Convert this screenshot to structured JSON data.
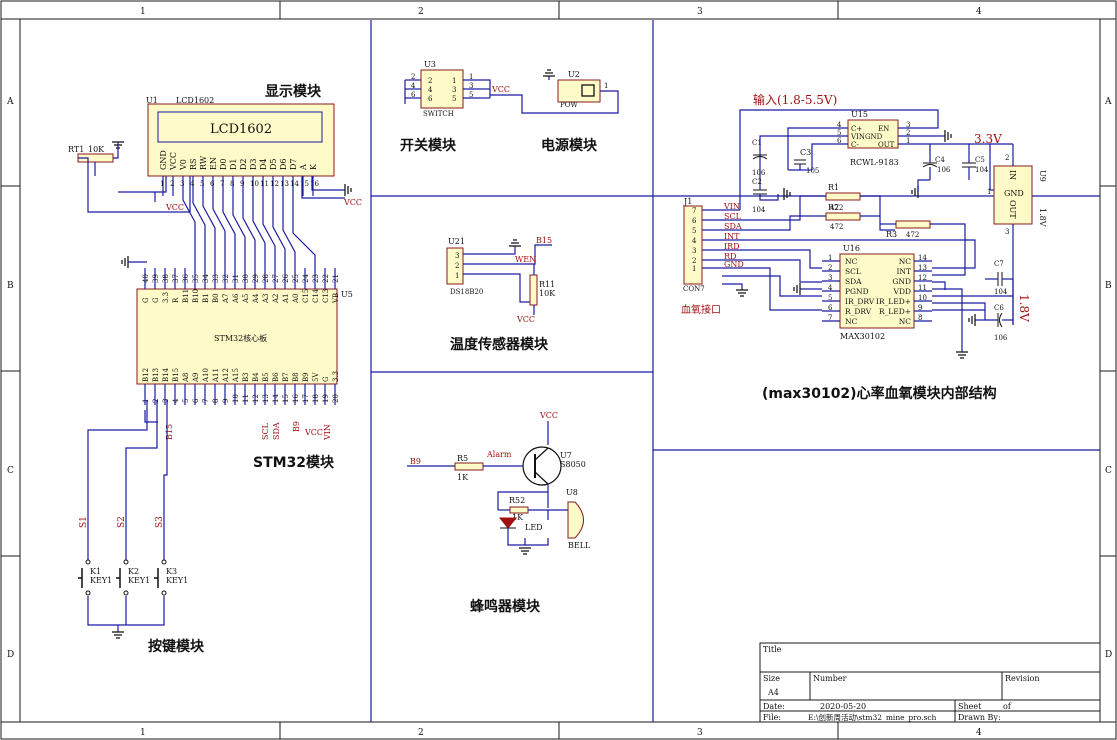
{
  "frame": {
    "cols_top": [
      "1",
      "2",
      "3",
      "4"
    ],
    "cols_bottom": [
      "1",
      "2",
      "3",
      "4"
    ],
    "rows_left": [
      "A",
      "B",
      "C",
      "D"
    ],
    "rows_right": [
      "A",
      "B",
      "C",
      "D"
    ]
  },
  "modules": {
    "display": "显示模块",
    "switch": "开关模块",
    "power": "电源模块",
    "temp": "温度传感器模块",
    "stm32": "STM32模块",
    "buzzer": "蜂鸣器模块",
    "keys": "按键模块",
    "max30102": "(max30102)心率血氧模块内部结构"
  },
  "lcd": {
    "ref": "U1",
    "part": "LCD1602",
    "screen": "LCD1602",
    "pins": [
      "GND",
      "VCC",
      "V0",
      "RS",
      "RW",
      "EN",
      "D0",
      "D1",
      "D2",
      "D3",
      "D4",
      "D5",
      "D6",
      "D7",
      "A",
      "K"
    ],
    "pin_nums": [
      "1",
      "2",
      "3",
      "4",
      "5",
      "6",
      "7",
      "8",
      "9",
      "10",
      "11",
      "12",
      "13",
      "14",
      "15",
      "16"
    ],
    "pot_ref": "RT1",
    "pot_val": "10K",
    "vcc": "VCC",
    "vcc2": "VCC"
  },
  "stm32": {
    "ref": "U5",
    "label": "STM32核心板",
    "top_pins": [
      "G",
      "G",
      "3.3",
      "R",
      "B11",
      "B10",
      "B1",
      "B0",
      "A7",
      "A6",
      "A5",
      "A4",
      "A3",
      "A2",
      "A1",
      "A0",
      "C15",
      "C14",
      "C13",
      "VB"
    ],
    "top_nums": [
      "40",
      "39",
      "38",
      "37",
      "36",
      "35",
      "34",
      "33",
      "32",
      "31",
      "30",
      "29",
      "28",
      "27",
      "26",
      "25",
      "24",
      "23",
      "22",
      "21"
    ],
    "bot_pins": [
      "B12",
      "B13",
      "B14",
      "B15",
      "A8",
      "A9",
      "A10",
      "A11",
      "A12",
      "A15",
      "B3",
      "B4",
      "B5",
      "B6",
      "B7",
      "B8",
      "B9",
      "5V",
      "G",
      "3.3"
    ],
    "bot_nums": [
      "1",
      "2",
      "3",
      "4",
      "5",
      "6",
      "7",
      "8",
      "9",
      "10",
      "11",
      "12",
      "13",
      "14",
      "15",
      "16",
      "17",
      "18",
      "19",
      "20"
    ],
    "net_b15": "B15",
    "net_scl": "SCL",
    "net_sda": "SDA",
    "net_b9": "B9",
    "net_vcc": "VCC",
    "net_vin": "VIN"
  },
  "keys": {
    "nets": [
      "S1",
      "S2",
      "S3"
    ],
    "refs": [
      "K1",
      "K2",
      "K3"
    ],
    "vals": [
      "KEY1",
      "KEY1",
      "KEY1"
    ]
  },
  "switch": {
    "ref": "U3",
    "part": "SWITCH",
    "left_nums": [
      "2",
      "4",
      "6"
    ],
    "mid_left": [
      "2",
      "4",
      "6"
    ],
    "mid_right": [
      "1",
      "3",
      "5"
    ],
    "right_nums": [
      "1",
      "3",
      "5"
    ],
    "vcc": "VCC"
  },
  "power": {
    "ref": "U2",
    "part": "POW",
    "pin": "1"
  },
  "temp": {
    "ref": "U21",
    "part": "DS18B20",
    "pins": [
      "3",
      "2",
      "1"
    ],
    "net_b15": "B15",
    "net_wen": "WEN",
    "pot_ref": "R11",
    "pot_val": "10K",
    "vcc": "VCC"
  },
  "buzzer": {
    "vcc": "VCC",
    "q_ref": "U7",
    "q_part": "S8050",
    "net_b9": "B9",
    "r_ref": "R5",
    "r_val": "1K",
    "alarm": "Alarm",
    "r52": "R52",
    "r52_val": "1K",
    "led": "LED",
    "bell_ref": "U8",
    "bell": "BELL"
  },
  "max": {
    "input": "输入(1.8-5.5V)",
    "u15_ref": "U15",
    "u15_part": "RCWL-9183",
    "u15_left": [
      "C+",
      "VINGND",
      "C-"
    ],
    "u15_right": [
      "EN",
      "",
      "OUT"
    ],
    "u15_lnums": [
      "4",
      "5",
      "6"
    ],
    "u15_rnums": [
      "3",
      "2",
      "1"
    ],
    "c1": "C1",
    "c1v": "106",
    "c2": "C2",
    "c2v": "104",
    "c3": "C3",
    "c3v": "105",
    "c4": "C4",
    "c4v": "106",
    "c5": "C5",
    "c5v": "104",
    "v33": "3.3V",
    "u9_ref": "U9",
    "u9_pins": [
      "IN",
      "GND",
      "OUT"
    ],
    "u9_nums": [
      "2",
      "1",
      "3"
    ],
    "v18": "1.8V",
    "j1_ref": "J1",
    "j1_part": "CON7",
    "j1_label": "血氧接口",
    "j1_pins": [
      "VIN",
      "SCL",
      "SDA",
      "INT",
      "IRD",
      "RD",
      "GND"
    ],
    "j1_nums": [
      "7",
      "6",
      "5",
      "4",
      "3",
      "2",
      "1"
    ],
    "r1": "R1",
    "r1v": "472",
    "r2": "R2",
    "r2v": "472",
    "r3": "R3",
    "r3v": "472",
    "u16_ref": "U16",
    "u16_part": "MAX30102",
    "u16_left": [
      "NC",
      "SCL",
      "SDA",
      "PGND",
      "IR_DRV",
      "R_DRV",
      "NC"
    ],
    "u16_right": [
      "NC",
      "INT",
      "GND",
      "VDD",
      "IR_LED+",
      "R_LED+",
      "NC"
    ],
    "u16_lnums": [
      "1",
      "2",
      "3",
      "4",
      "5",
      "6",
      "7"
    ],
    "u16_rnums": [
      "14",
      "13",
      "12",
      "11",
      "10",
      "9",
      "8"
    ],
    "c7": "C7",
    "c7v": "104",
    "c6": "C6",
    "c6v": "106",
    "v18b": "1.8V"
  },
  "titleblock": {
    "title": "Title",
    "size": "Size",
    "size_val": "A4",
    "number": "Number",
    "revision": "Revision",
    "date": "Date:",
    "date_val": "2020-05-20",
    "sheet": "Sheet",
    "of": "of",
    "file": "File:",
    "file_val": "E:\\创新周活动\\stm32_mine_pro.sch",
    "drawn": "Drawn By:"
  }
}
